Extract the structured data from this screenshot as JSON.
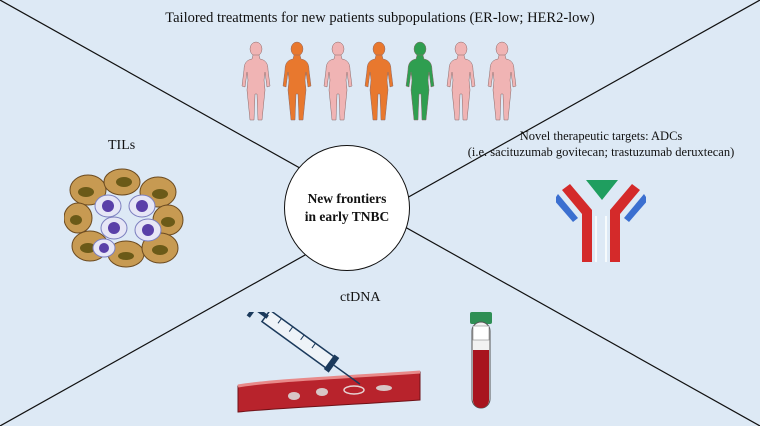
{
  "top_section": {
    "title": "Tailored treatments for new patients subpopulations (ER-low; HER2-low)"
  },
  "left_section": {
    "title": "TILs"
  },
  "right_section": {
    "line1": "Novel therapeutic targets: ADCs",
    "line2": "(i.e. sacituzumab govitecan; trastuzumab deruxtecan)"
  },
  "bottom_section": {
    "title": "ctDNA"
  },
  "center": {
    "line1": "New frontiers",
    "line2": "in early TNBC"
  },
  "figures": [
    {
      "icon": "woman-silhouette-icon",
      "color": "#f0b4b4"
    },
    {
      "icon": "woman-silhouette-icon",
      "color": "#e8782e"
    },
    {
      "icon": "woman-silhouette-icon",
      "color": "#f0b4b4"
    },
    {
      "icon": "woman-silhouette-icon",
      "color": "#e8782e"
    },
    {
      "icon": "woman-silhouette-icon",
      "color": "#2f9e50"
    },
    {
      "icon": "woman-silhouette-icon",
      "color": "#f0b4b4"
    },
    {
      "icon": "woman-silhouette-icon",
      "color": "#f0b4b4"
    }
  ],
  "colors": {
    "background": "#dde9f5",
    "antibody_red": "#d42a2a",
    "antibody_blue": "#3b6fd0",
    "payload_green": "#1f9e5f",
    "blood": "#c32a2a"
  }
}
